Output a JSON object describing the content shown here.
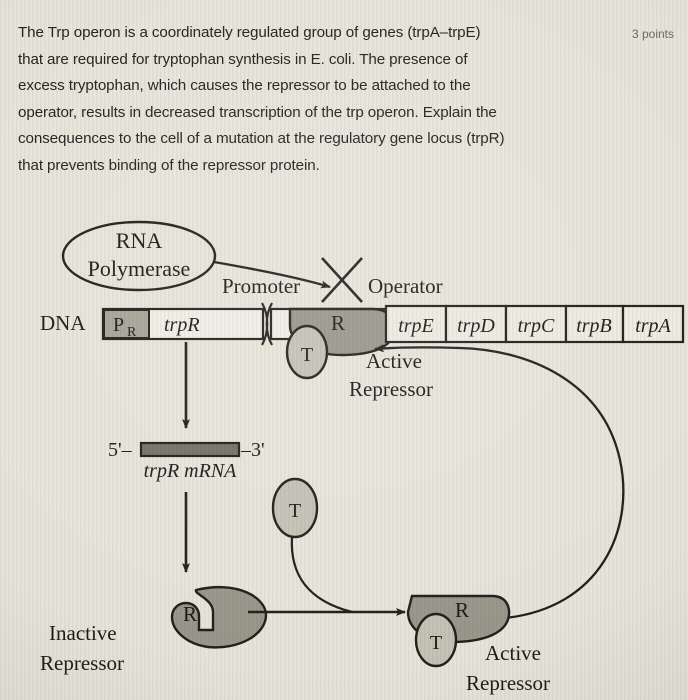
{
  "question": {
    "lines": [
      "The Trp operon is a coordinately regulated group of genes (trpA–trpE)",
      "that are required for tryptophan synthesis in E. coli. The presence of",
      "excess tryptophan, which causes the repressor to be attached to the",
      "operator, results in decreased transcription of the trp operon. Explain the",
      "consequences to the cell of a mutation at the regulatory gene locus (trpR)",
      "that prevents binding of the repressor protein."
    ],
    "points_label": "3 points"
  },
  "diagram": {
    "rna_polymerase": {
      "line1": "RNA",
      "line2": "Polymerase"
    },
    "dna_label": "DNA",
    "promoter_label": "Promoter",
    "operator_label": "Operator",
    "promoter_box": {
      "main": "P",
      "subscript": "R"
    },
    "trpr_gene": "trpR",
    "operon_genes": [
      "trpE",
      "trpD",
      "trpC",
      "trpB",
      "trpA"
    ],
    "repressor_bound": {
      "r_letter": "R",
      "t_letter": "T",
      "caption_line1": "Active",
      "caption_line2": "Repressor"
    },
    "free_tryptophan": {
      "t_letter": "T"
    },
    "mrna": {
      "five_prime": "5'–",
      "three_prime": "–3'",
      "caption": "trpR mRNA"
    },
    "inactive_repressor": {
      "r_letter": "R",
      "caption_line1": "Inactive",
      "caption_line2": "Repressor"
    },
    "active_repressor_bottom": {
      "r_letter": "R",
      "t_letter": "T",
      "caption_line1": "Active",
      "caption_line2": "Repressor"
    },
    "colors": {
      "page_background": "#e9e5dd",
      "protein_fill": "#9b978c",
      "tryptophan_fill": "#c6c3b8",
      "promoter_box_fill": "#a9a59a",
      "gene_box_fill": "#efece4",
      "mrna_fill": "#76726a",
      "stroke": "#241f1b",
      "text": "#1d1a17"
    }
  }
}
